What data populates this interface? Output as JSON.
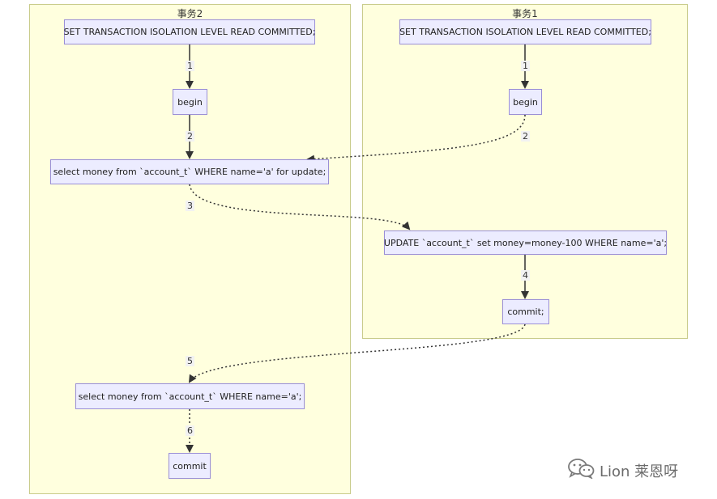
{
  "clusters": {
    "tx2": {
      "title": "事务2"
    },
    "tx1": {
      "title": "事务1"
    }
  },
  "nodes": {
    "tx2_set": "SET TRANSACTION ISOLATION LEVEL READ COMMITTED;",
    "tx2_begin": "begin",
    "tx2_select_for_update": "select money from `account_t` WHERE name='a' for update;",
    "tx2_select": "select money from `account_t` WHERE name='a';",
    "tx2_commit": "commit",
    "tx1_set": "SET TRANSACTION ISOLATION LEVEL READ COMMITTED;",
    "tx1_begin": "begin",
    "tx1_update": "UPDATE `account_t` set money=money-100 WHERE name='a';",
    "tx1_commit": "commit;"
  },
  "edges": {
    "tx2_1": "1",
    "tx2_2": "2",
    "tx2_3": "3",
    "tx2_5": "5",
    "tx2_6": "6",
    "tx1_1": "1",
    "tx1_2": "2",
    "tx1_4": "4"
  },
  "watermark": {
    "text": "Lion 莱恩呀",
    "icon": "wechat-icon"
  },
  "colors": {
    "cluster_fill": "#ffffde",
    "cluster_border": "#c9cc8b",
    "node_fill": "#ececff",
    "node_border": "#9a8fd6",
    "edge": "#333333"
  }
}
